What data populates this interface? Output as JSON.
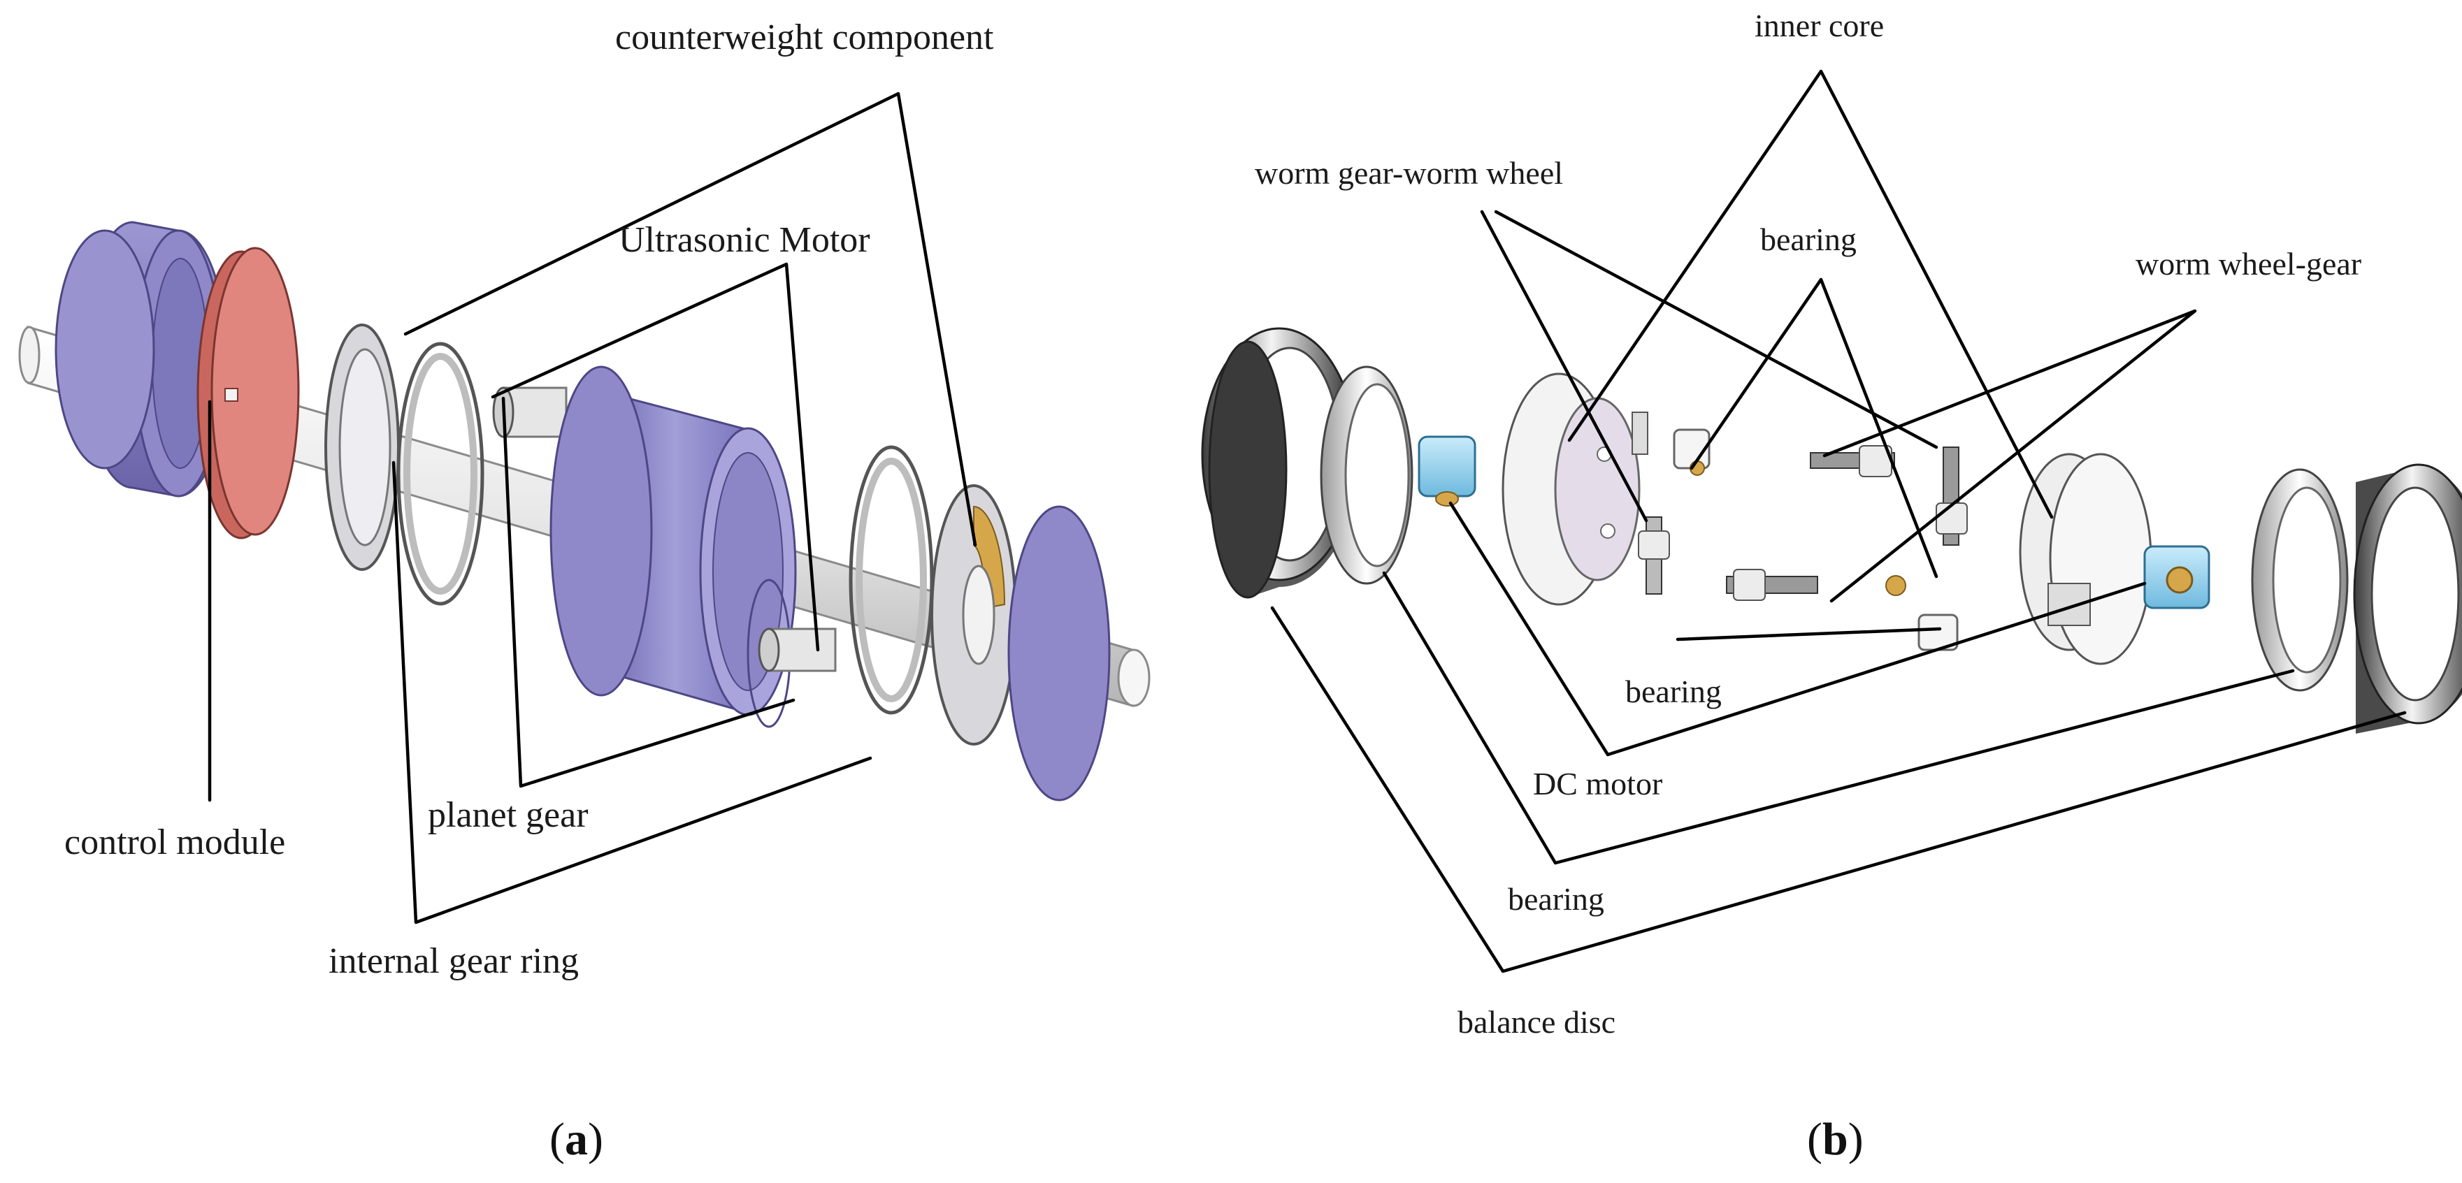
{
  "colors": {
    "housing_purple": "#8f89c9",
    "control_module_red": "#e0867e",
    "counterweight_gold": "#d6a74a",
    "dc_motor_blue": "#9fd3ee",
    "metal_dark": "#2e2e2e"
  },
  "panel_a": {
    "caption_open": "(",
    "caption_letter": "a",
    "caption_close": ")",
    "labels": {
      "counterweight": "counterweight component",
      "ultrasonic": "Ultrasonic Motor",
      "control": "control module",
      "planet": "planet gear",
      "gear_ring": "internal gear ring"
    }
  },
  "panel_b": {
    "caption_open": "(",
    "caption_letter": "b",
    "caption_close": ")",
    "labels": {
      "inner_core": "inner core",
      "worm_gear": "worm gear-worm wheel",
      "bearing_top": "bearing",
      "worm_wheel_gear": "worm wheel-gear",
      "bearing_mid": "bearing",
      "dc_motor": "DC motor",
      "bearing_low": "bearing",
      "balance_disc": "balance disc"
    }
  }
}
